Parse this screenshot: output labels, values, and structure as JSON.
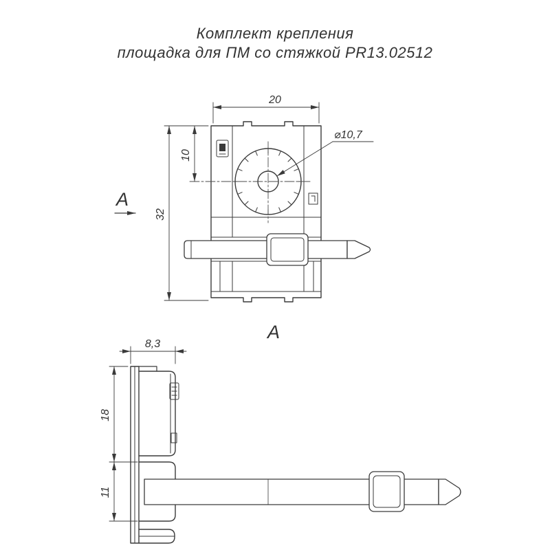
{
  "title": {
    "line1": "Комплект крепления",
    "line2": "площадка для ПМ со стяжкой PR13.02512"
  },
  "front_view": {
    "dim_width": "20",
    "dim_hole_offset": "10",
    "dim_height": "32",
    "hole_diameter": "⌀10,7",
    "view_direction_label": "A"
  },
  "side_view": {
    "view_label": "А",
    "dim_depth": "8,3",
    "dim_upper_height": "18",
    "dim_lower_height": "11"
  },
  "colors": {
    "line": "#3a3a3a",
    "background": "#ffffff"
  }
}
